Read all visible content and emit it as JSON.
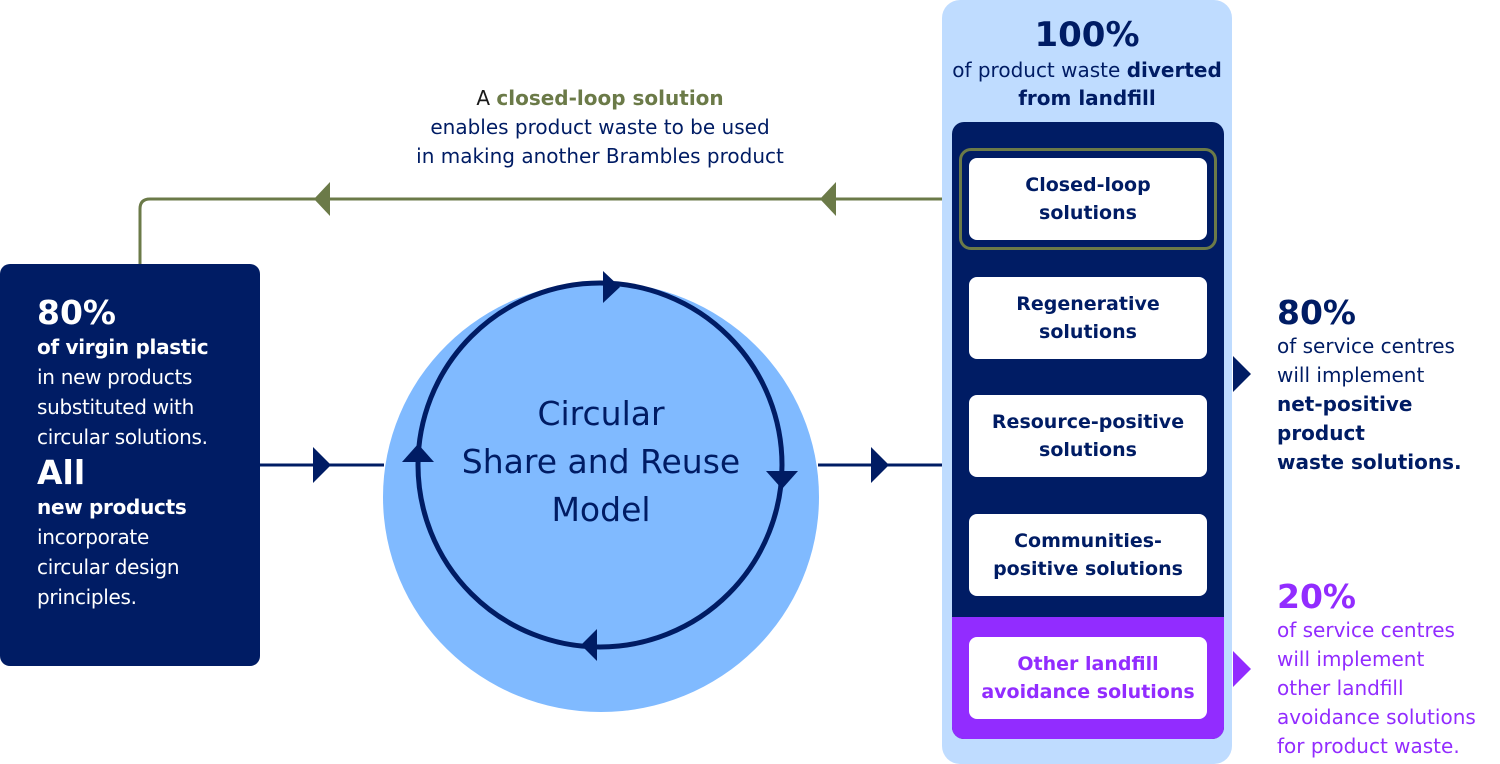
{
  "colors": {
    "navy": "#001c64",
    "light_blue": "#80baff",
    "pale_blue": "#bfdcff",
    "purple": "#922cff",
    "olive": "#6b7a48"
  },
  "left_box": {
    "stat1_value": "80%",
    "stat1_lines": [
      "of virgin plastic",
      "in new products",
      "substituted with",
      "circular solutions."
    ],
    "stat2_value": "All",
    "stat2_bold_line": "new products",
    "stat2_lines": [
      "incorporate",
      "circular design",
      "principles."
    ]
  },
  "circle": {
    "lines": [
      "Circular",
      "Share and Reuse",
      "Model"
    ]
  },
  "caption": {
    "prefix": "A",
    "highlight": "closed-loop solution",
    "line2": "enables product waste to be used",
    "line3": "in making another Brambles product"
  },
  "panel": {
    "value": "100%",
    "sub_regular": "of product waste",
    "sub_bold_1": "diverted",
    "sub_bold_2": "from landfill",
    "solutions": [
      {
        "line1": "Closed-loop",
        "line2": "solutions"
      },
      {
        "line1": "Regenerative",
        "line2": "solutions"
      },
      {
        "line1": "Resource-positive",
        "line2": "solutions"
      },
      {
        "line1": "Communities-",
        "line2": "positive solutions"
      },
      {
        "line1": "Other landfill",
        "line2": "avoidance solutions"
      }
    ]
  },
  "right_stats": [
    {
      "value": "80%",
      "lines": [
        "of service centres",
        "will implement"
      ],
      "bold_lines": [
        "net-positive product",
        "waste solutions."
      ]
    },
    {
      "value": "20%",
      "lines": [
        "of service centres",
        "will implement",
        "other landfill",
        "avoidance solutions",
        "for product waste."
      ]
    }
  ]
}
